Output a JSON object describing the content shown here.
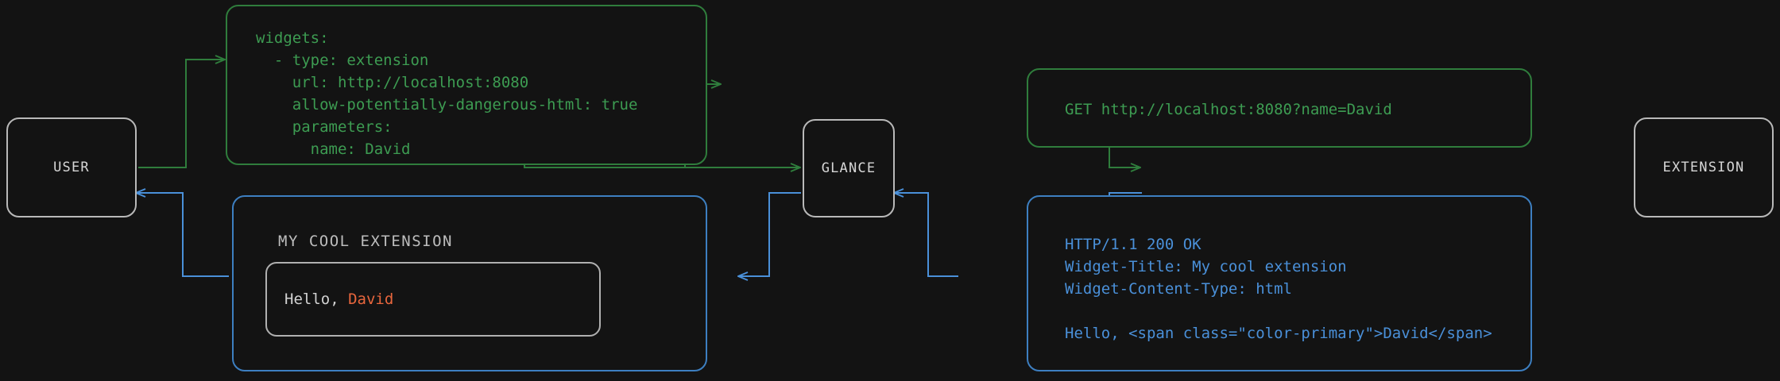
{
  "colors": {
    "background": "#131313",
    "node_border": "#b9b9b9",
    "node_text": "#d6d6d6",
    "request_green": "#3d9c52",
    "request_green_border": "#2f7d3c",
    "response_blue": "#4a90d9",
    "response_blue_border": "#3d7fc1",
    "widget_accent_orange": "#e8663d",
    "widget_text": "#d2d2d2"
  },
  "nodes": {
    "user": "USER",
    "glance": "GLANCE",
    "extension": "EXTENSION"
  },
  "config_panel": {
    "lines": [
      "widgets:",
      "  - type: extension",
      "    url: http://localhost:8080",
      "    allow-potentially-dangerous-html: true",
      "    parameters:",
      "      name: David"
    ],
    "text": "widgets:\n  - type: extension\n    url: http://localhost:8080\n    allow-potentially-dangerous-html: true\n    parameters:\n      name: David"
  },
  "request_panel": {
    "method": "GET",
    "url": "http://localhost:8080?name=David",
    "text": "GET http://localhost:8080?name=David"
  },
  "response_panel": {
    "status_line": "HTTP/1.1 200 OK",
    "headers": [
      "Widget-Title: My cool extension",
      "Widget-Content-Type: html"
    ],
    "body": "Hello, <span class=\"color-primary\">David</span>",
    "text": "HTTP/1.1 200 OK\nWidget-Title: My cool extension\nWidget-Content-Type: html\n\nHello, <span class=\"color-primary\">David</span>"
  },
  "widget_preview": {
    "title": "MY COOL EXTENSION",
    "greeting": "Hello, ",
    "name": "David"
  }
}
